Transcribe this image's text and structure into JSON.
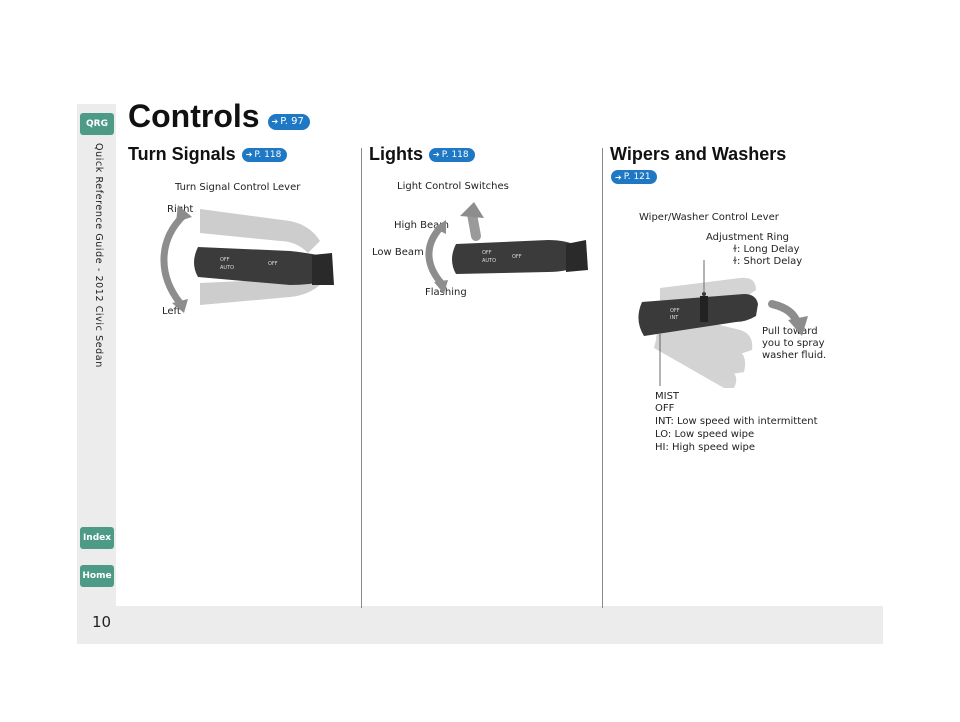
{
  "page": {
    "number": "10",
    "guide_label": "Quick Reference Guide - 2012 Civic Sedan"
  },
  "nav": {
    "qrg": "QRG",
    "index": "Index",
    "home": "Home"
  },
  "heading": {
    "title": "Controls",
    "ref": "P. 97"
  },
  "turn_signals": {
    "title": "Turn Signals",
    "ref": "P. 118",
    "caption": "Turn Signal Control Lever",
    "right_label": "Right",
    "left_label": "Left"
  },
  "lights": {
    "title": "Lights",
    "ref": "P. 118",
    "caption": "Light Control Switches",
    "high_beam": "High Beam",
    "low_beam": "Low Beam",
    "flashing": "Flashing"
  },
  "wipers": {
    "title": "Wipers and Washers",
    "ref": "P. 121",
    "caption": "Wiper/Washer Control Lever",
    "adjustment_ring": "Adjustment Ring",
    "long_delay": ": Long Delay",
    "short_delay": ": Short Delay",
    "pull_line1": "Pull toward",
    "pull_line2": "you to spray",
    "pull_line3": "washer fluid.",
    "mode_mist": "MIST",
    "mode_off": "OFF",
    "mode_int": "INT: Low speed with intermittent",
    "mode_lo": "LO: Low speed wipe",
    "mode_hi": "HI: High speed wipe"
  },
  "colors": {
    "nav_tab": "#4d9b86",
    "ref_pill": "#1f78c4",
    "band": "#ececec"
  }
}
